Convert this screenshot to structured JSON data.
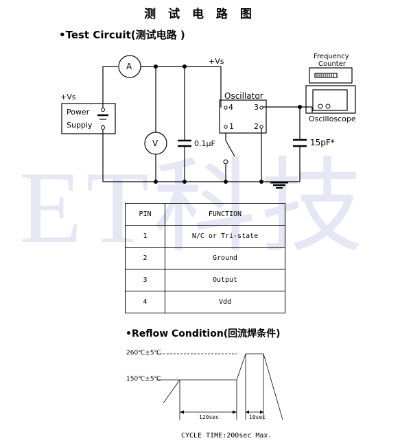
{
  "page_title": "测 试 电 路 图",
  "test_circuit": {
    "heading": "•Test Circuit(测试电路 )",
    "vs_top": "+Vs",
    "vs_left": "+Vs",
    "ammeter": "A",
    "voltmeter": "V",
    "power_supply": [
      "Power",
      "Suppiy"
    ],
    "capacitor_1": "0.1μF",
    "capacitor_2": "15pF*",
    "oscillator": "Oscillator",
    "pins": {
      "p4": "4",
      "p3": "3",
      "p1": "1",
      "p2": "2"
    },
    "frequency_counter": [
      "Frequency",
      "Counter"
    ],
    "oscilloscope": "Oscilloscope"
  },
  "watermark": "ET科技",
  "pin_table": {
    "headers": [
      "PIN",
      "FUNCTION"
    ],
    "rows": [
      {
        "pin": "1",
        "function": "N/C or Tri-state"
      },
      {
        "pin": "2",
        "function": "Ground"
      },
      {
        "pin": "3",
        "function": "Output"
      },
      {
        "pin": "4",
        "function": "Vdd"
      }
    ]
  },
  "reflow": {
    "heading": "•Reflow Condition(回流焊条件)",
    "temp_high": "260℃±5℃",
    "temp_low": "150℃±5℃",
    "time_1": "120sec",
    "time_2": "10sec",
    "cycle": "CYCLE TIME:200sec Max."
  }
}
